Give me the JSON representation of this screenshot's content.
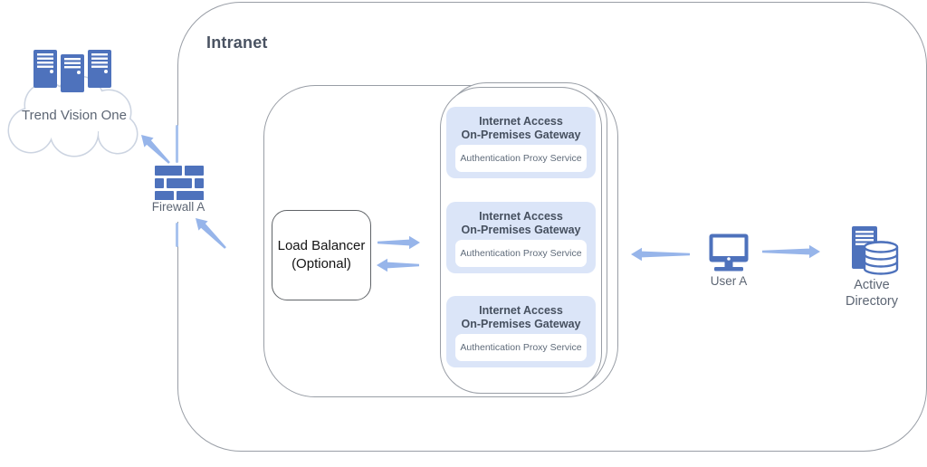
{
  "intranet": {
    "label": "Intranet"
  },
  "cloud": {
    "label": "Trend Vision One"
  },
  "firewall": {
    "label": "Firewall A"
  },
  "load_balancer": {
    "line1": "Load Balancer",
    "line2": "(Optional)"
  },
  "gateways": [
    {
      "title_line1": "Internet Access",
      "title_line2": "On-Premises Gateway",
      "service": "Authentication Proxy Service"
    },
    {
      "title_line1": "Internet Access",
      "title_line2": "On-Premises Gateway",
      "service": "Authentication Proxy Service"
    },
    {
      "title_line1": "Internet Access",
      "title_line2": "On-Premises Gateway",
      "service": "Authentication Proxy Service"
    }
  ],
  "user": {
    "label": "User A"
  },
  "active_directory": {
    "line1": "Active",
    "line2": "Directory"
  },
  "colors": {
    "icon_blue": "#4e72bc",
    "card_background": "#dbe5f8",
    "card_title_text": "#46505f",
    "muted_label_text": "#5d6674",
    "arrow_blue": "#97b5ea",
    "border_gray": "#999ea6",
    "cloud_outline": "#ccd4e1"
  },
  "icons": {
    "cloud": "cloud-with-server-stack-icon",
    "firewall": "brick-wall-firewall-icon",
    "user": "desktop-monitor-icon",
    "active_directory": "server-with-database-icon",
    "arrows": "tapered-arrow-connector"
  }
}
